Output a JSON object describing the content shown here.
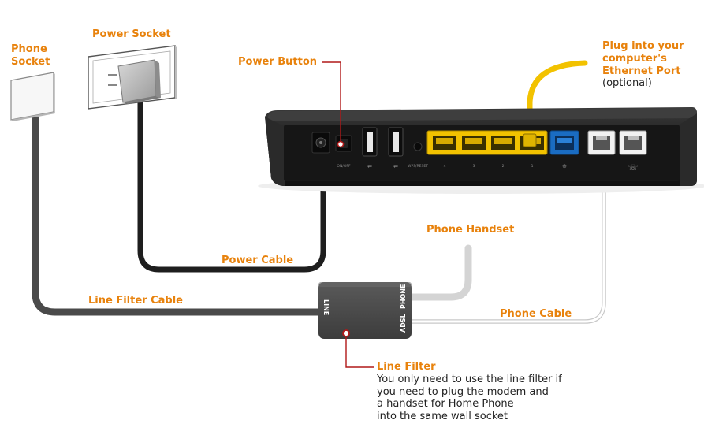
{
  "labels": {
    "phone_socket": [
      "Phone",
      "Socket"
    ],
    "power_socket": "Power Socket",
    "power_button": "Power Button",
    "ethernet_port": [
      "Plug into your",
      "computer's",
      "Ethernet Port"
    ],
    "ethernet_optional": "(optional)",
    "phone_handset": "Phone Handset",
    "power_cable": "Power Cable",
    "line_filter_cable": "Line Filter Cable",
    "phone_cable": "Phone Cable",
    "line_filter_title": "Line Filter",
    "line_filter_note": [
      "You only need to use the line filter if",
      "you need to plug the modem and",
      "a handset for Home Phone",
      "into the same wall socket"
    ]
  },
  "filter_ports": {
    "line": "LINE",
    "phone": "PHONE",
    "adsl": "ADSL"
  },
  "modem_port_labels": {
    "power_switch": "ON/OFF",
    "wps_reset": "WPS/RESET",
    "lan4": "4",
    "lan3": "3",
    "lan2": "2",
    "lan1": "1"
  },
  "colors": {
    "accent_orange": "#e8820c",
    "callout_red": "#b01818",
    "lan_yellow": "#f2c200",
    "wan_blue": "#1a6cc2",
    "cable_black": "#1e1e1e",
    "cable_dark_gray": "#4a4a4a",
    "cable_light_gray": "#d4d4d4"
  }
}
